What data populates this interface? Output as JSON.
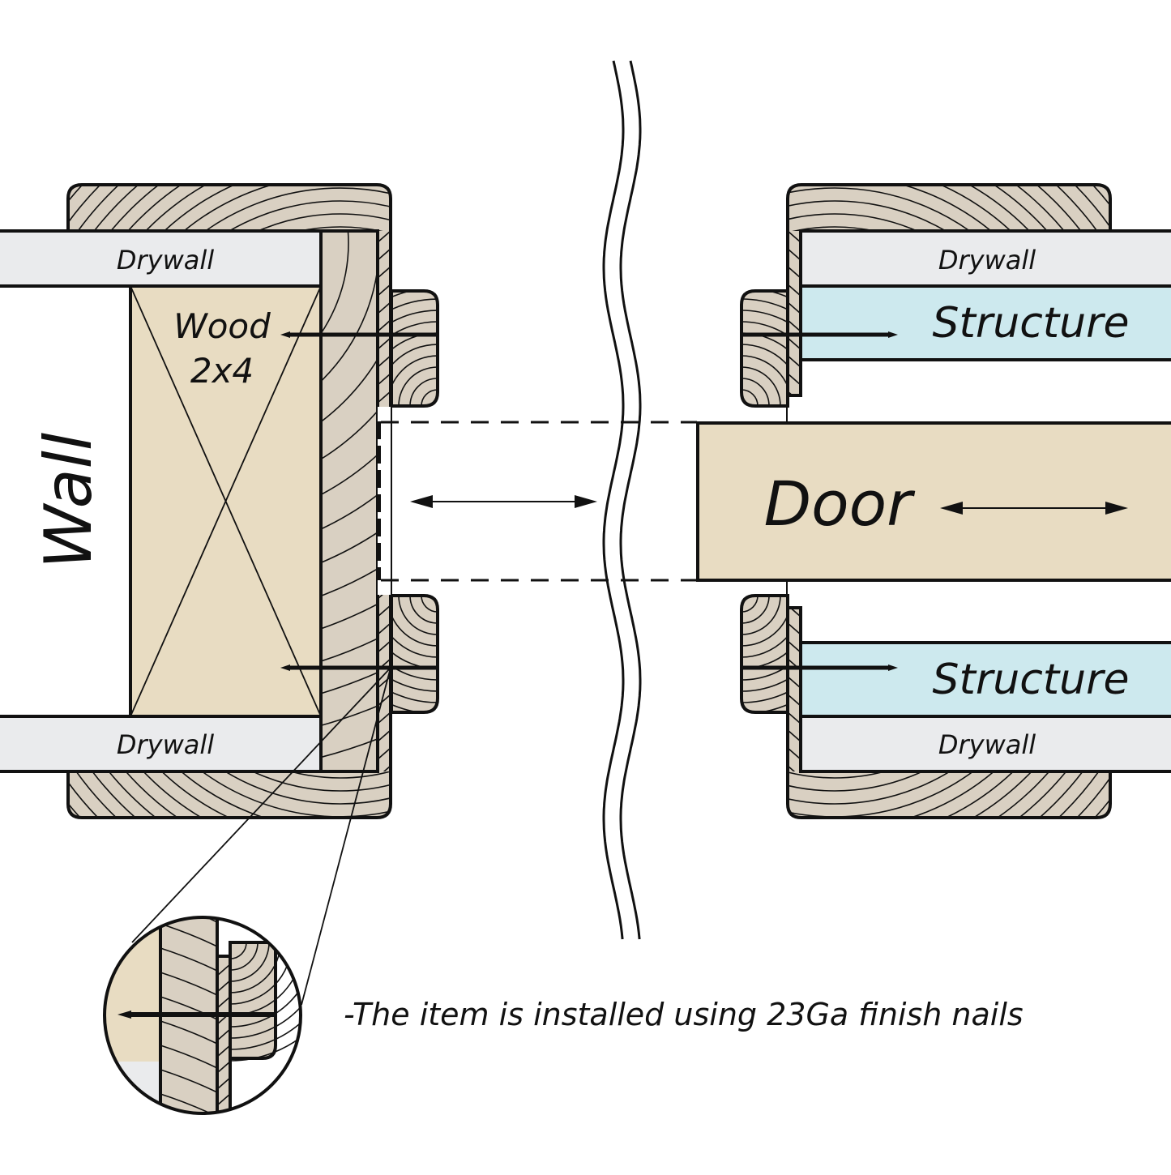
{
  "diagram": {
    "title": "Door trim installation cross-section",
    "labels": {
      "wall": "Wall",
      "wood": "Wood",
      "wood_size": "2x4",
      "drywall_top_left": "Drywall",
      "drywall_bottom_left": "Drywall",
      "drywall_top_right": "Drywall",
      "drywall_bottom_right": "Drywall",
      "structure_top": "Structure",
      "structure_bottom": "Structure",
      "door": "Door"
    },
    "note": "-The item is installed using 23Ga finish nails",
    "colors": {
      "drywall": "#eaebed",
      "structure": "#cde9ee",
      "wood_stud": "#e8dcc2",
      "trim_wood": "#d9d0c2",
      "door": "#e8dcc2",
      "outline": "#111111",
      "background": "#ffffff"
    },
    "annotations": {
      "left_arrow": "double-headed arrow indicating door travel",
      "door_arrow": "double-headed arrow indicating door travel",
      "detail": "magnified detail of finish nail through trim"
    }
  }
}
